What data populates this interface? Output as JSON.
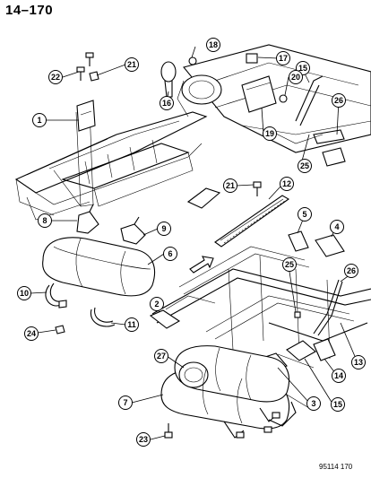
{
  "header": {
    "page_number": "14–170"
  },
  "footer": {
    "figure_code": "95114 170"
  },
  "callouts": [
    {
      "id": "c1",
      "label": "1"
    },
    {
      "id": "c2",
      "label": "2"
    },
    {
      "id": "c3",
      "label": "3"
    },
    {
      "id": "c4",
      "label": "4"
    },
    {
      "id": "c5",
      "label": "5"
    },
    {
      "id": "c6",
      "label": "6"
    },
    {
      "id": "c7",
      "label": "7"
    },
    {
      "id": "c8",
      "label": "8"
    },
    {
      "id": "c9",
      "label": "9"
    },
    {
      "id": "c10",
      "label": "10"
    },
    {
      "id": "c11",
      "label": "11"
    },
    {
      "id": "c12",
      "label": "12"
    },
    {
      "id": "c13",
      "label": "13"
    },
    {
      "id": "c14",
      "label": "14"
    },
    {
      "id": "c15a",
      "label": "15"
    },
    {
      "id": "c15b",
      "label": "15"
    },
    {
      "id": "c16",
      "label": "16"
    },
    {
      "id": "c17",
      "label": "17"
    },
    {
      "id": "c18",
      "label": "18"
    },
    {
      "id": "c19",
      "label": "19"
    },
    {
      "id": "c20",
      "label": "20"
    },
    {
      "id": "c21a",
      "label": "21"
    },
    {
      "id": "c21b",
      "label": "21"
    },
    {
      "id": "c22",
      "label": "22"
    },
    {
      "id": "c23",
      "label": "23"
    },
    {
      "id": "c24",
      "label": "24"
    },
    {
      "id": "c25a",
      "label": "25"
    },
    {
      "id": "c25b",
      "label": "25"
    },
    {
      "id": "c26a",
      "label": "26"
    },
    {
      "id": "c26b",
      "label": "26"
    },
    {
      "id": "c27",
      "label": "27"
    }
  ]
}
